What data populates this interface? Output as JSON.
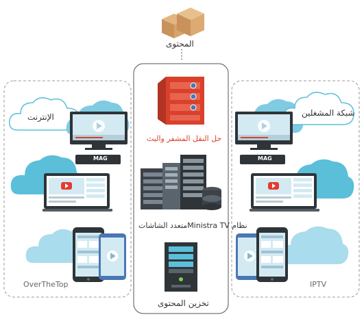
{
  "top": {
    "label": "المحتوى",
    "icon": "boxes-icon"
  },
  "left_panel": {
    "cloud_label": "الإنترنت",
    "bottom_label": "OverTheTop"
  },
  "right_panel": {
    "cloud_label": "شبكة المشغلين",
    "bottom_label": "IPTV"
  },
  "center": {
    "encrypt_label": "حل النقل المشفر والبث",
    "system_label": "متعدد الشاشاتMinistra TV نظام",
    "storage_label": "تخزين المحتوى"
  },
  "stb_brand": "MAG",
  "colors": {
    "accent_red": "#d9412c",
    "cloud_blue": "#5bbfd9",
    "device_dark": "#2e3438",
    "screen_blue": "#d3eaf3",
    "play_red": "#e53b2f"
  }
}
